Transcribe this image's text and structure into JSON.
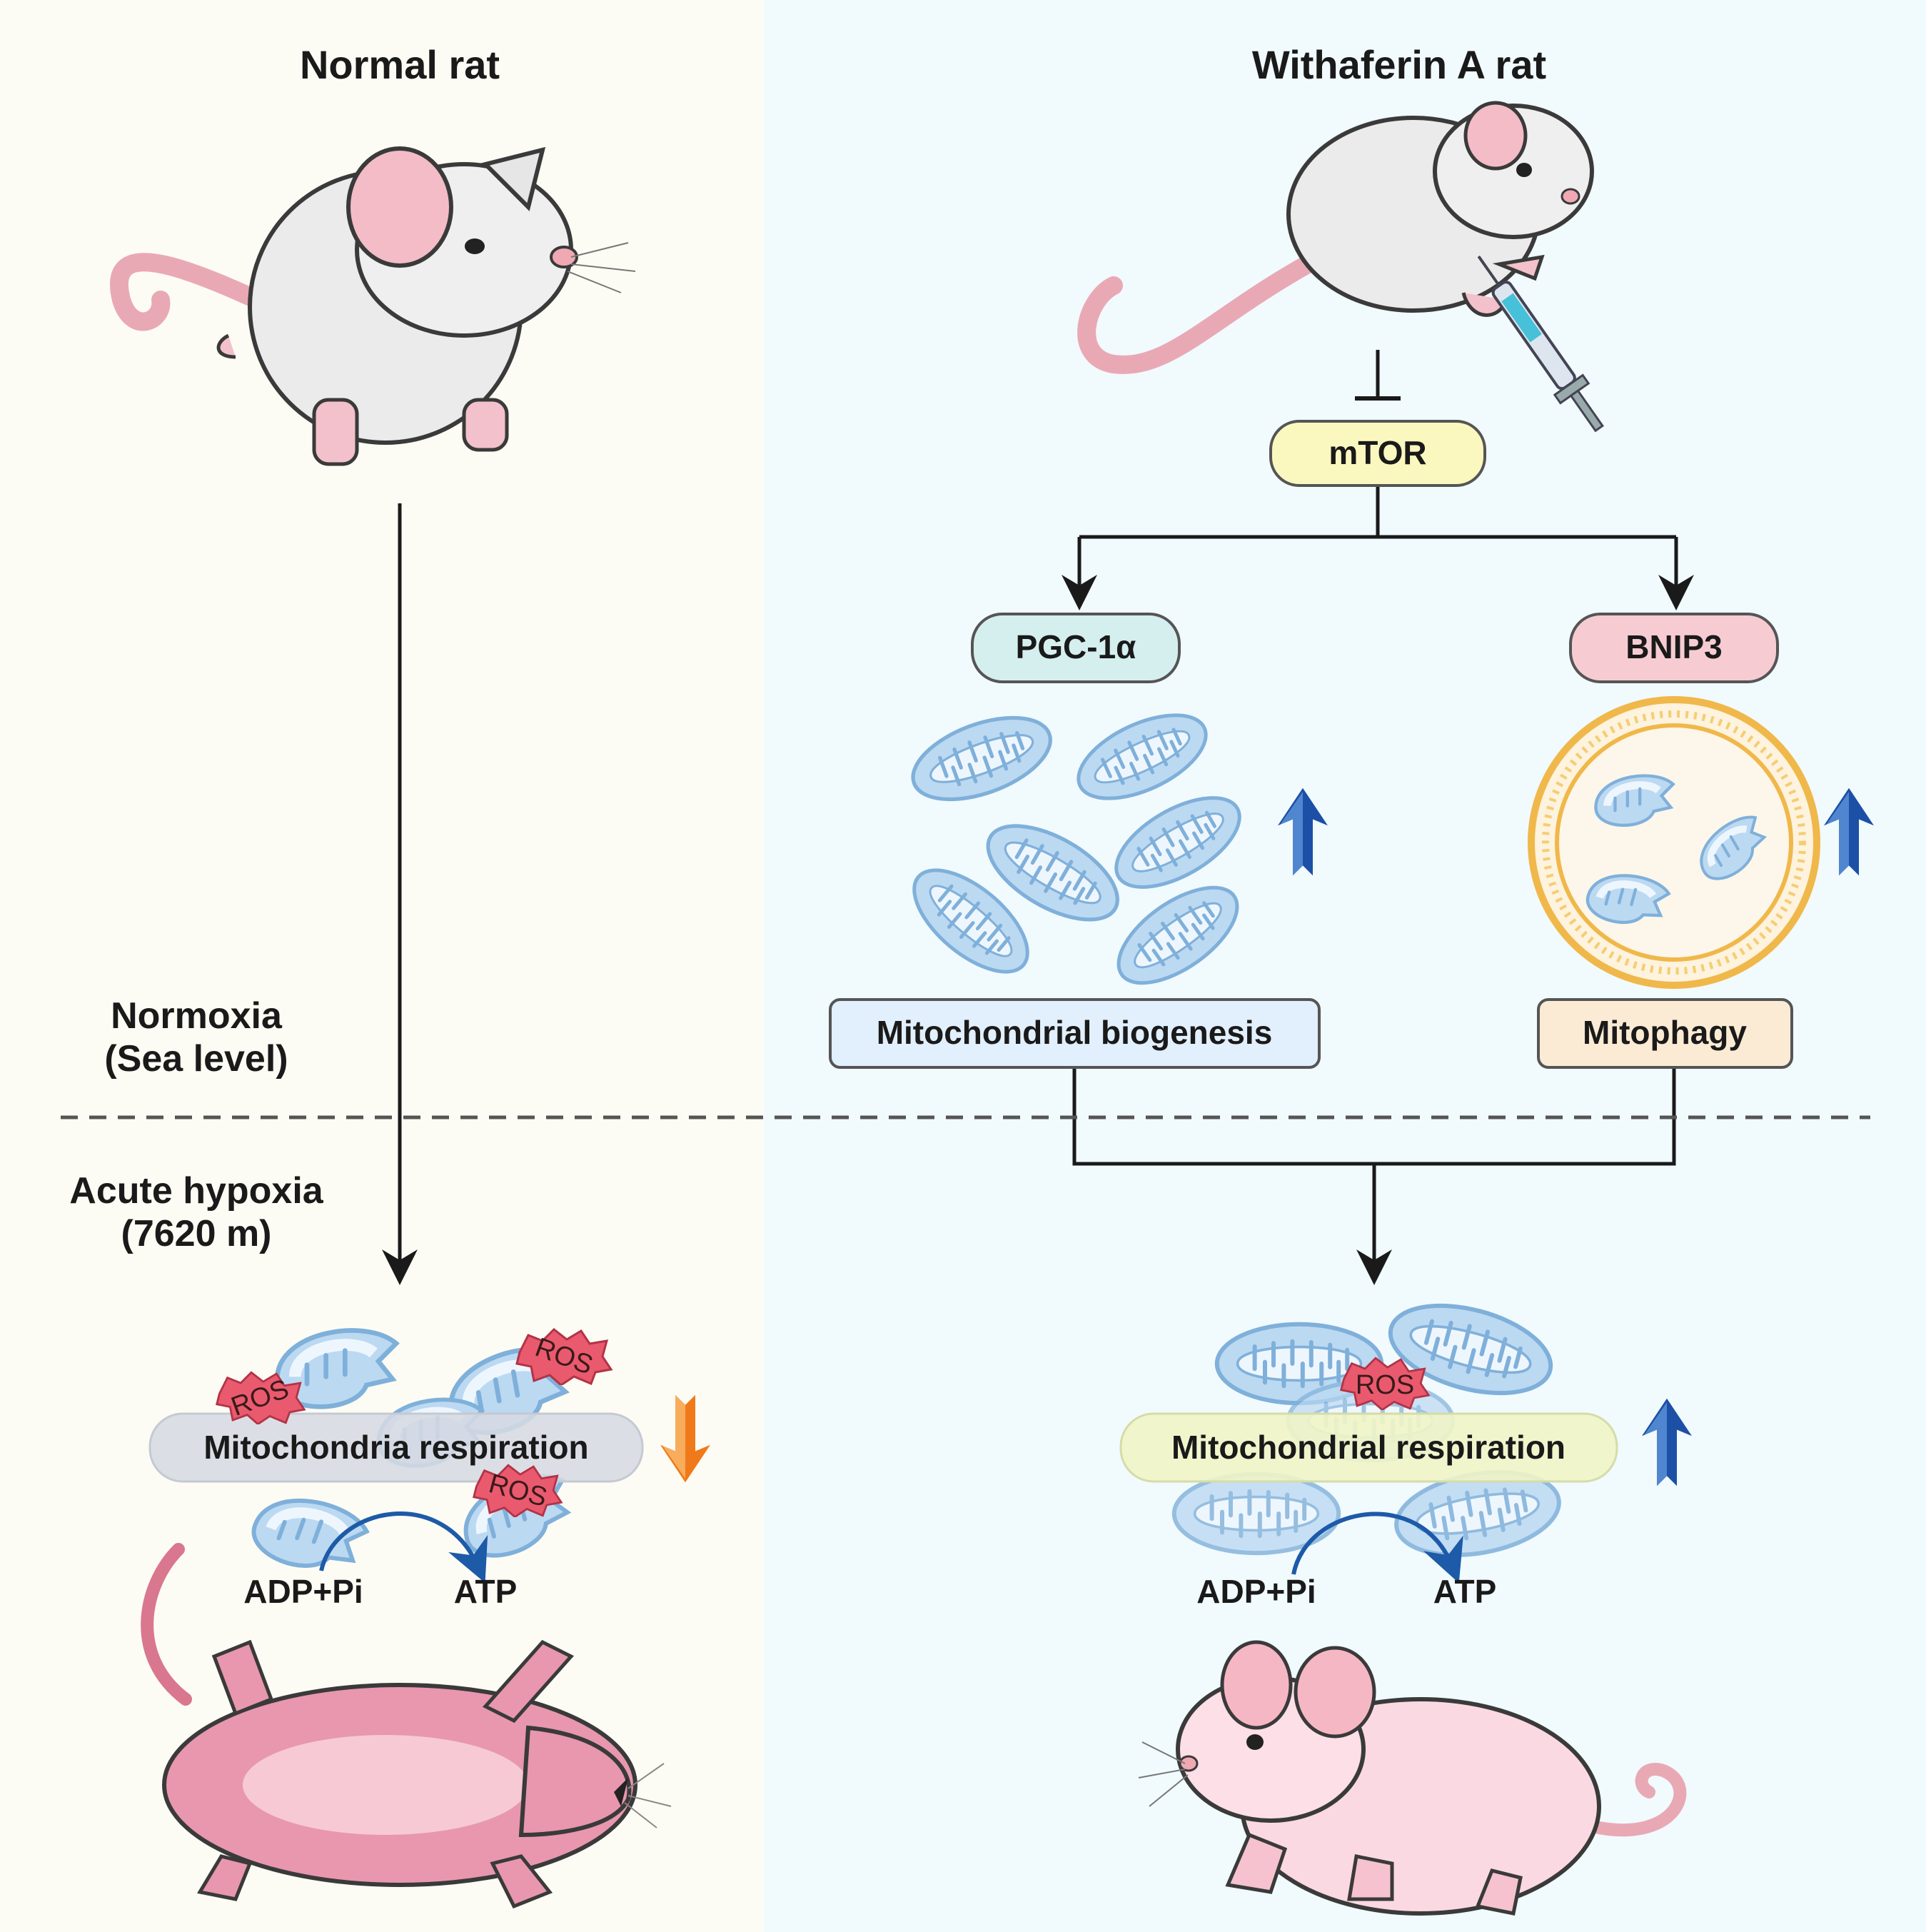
{
  "panels": {
    "left_title": "Normal rat",
    "right_title": "Withaferin A rat"
  },
  "conditions": {
    "normoxia_line1": "Normoxia",
    "normoxia_line2": "(Sea level)",
    "hypoxia_line1": "Acute hypoxia",
    "hypoxia_line2": "(7620 m)"
  },
  "nodes": {
    "mtor": "mTOR",
    "pgc": "PGC-1α",
    "bnip3": "BNIP3",
    "biogenesis": "Mitochondrial biogenesis",
    "mitophagy": "Mitophagy"
  },
  "left_outcome": {
    "respiration": "Mitochondria respiration",
    "adp": "ADP+Pi",
    "atp": "ATP",
    "ros": [
      "ROS",
      "ROS",
      "ROS"
    ]
  },
  "right_outcome": {
    "respiration": "Mitochondrial respiration",
    "adp": "ADP+Pi",
    "atp": "ATP",
    "ros": [
      "ROS"
    ]
  },
  "colors": {
    "left_bg": "#fdfcf4",
    "right_bg": "#f1fafd",
    "mtor_fill": "#fbf8bf",
    "pgc_fill": "#d5efef",
    "bnip3_fill": "#f6ccd2",
    "biogenesis_fill": "#e2effc",
    "mitophagy_fill": "#fcebd4",
    "up_arrow": "#1c4fa6",
    "down_arrow": "#f07a1a",
    "mito_fill": "#bcd9f2",
    "ros_fill": "#e95a6e"
  }
}
